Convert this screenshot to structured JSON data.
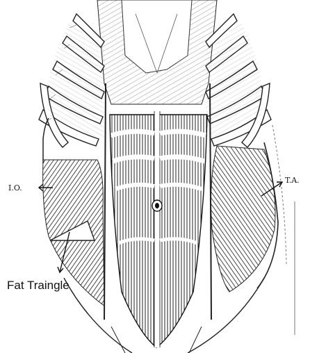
{
  "labels": {
    "internal_oblique": "I.O.",
    "transversus_abdominis": "T.A.",
    "fat_triangle": "Fat Traingle"
  }
}
